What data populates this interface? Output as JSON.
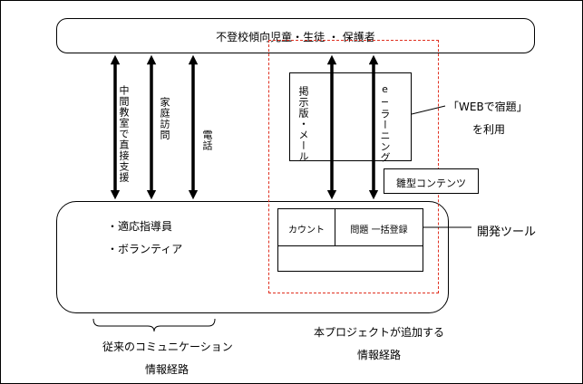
{
  "top_box": {
    "label": "不登校傾向児童・生徒 ・ 保護者"
  },
  "channels": {
    "middle_classroom": "中間教室で直接支援",
    "home_visit": "家庭訪問",
    "phone": "電話",
    "bulletin": "掲示版・メール",
    "elearning": "e−ラーニング"
  },
  "bottom_box": {
    "items": [
      "・適応指導員",
      "・ボランティア"
    ]
  },
  "module_box": {
    "count": "カウント",
    "bulk_register": "問題 一括登録"
  },
  "content_box": {
    "label": "雛型コンテンツ"
  },
  "annotations": {
    "web_homework_line1": "「WEBで宿題」",
    "web_homework_line2": "を利用",
    "dev_tool": "開発ツール",
    "traditional_line1": "従来のコミュニケーション",
    "traditional_line2": "情報経路",
    "project_line1": "本プロジェクトが追加する",
    "project_line2": "情報経路"
  }
}
